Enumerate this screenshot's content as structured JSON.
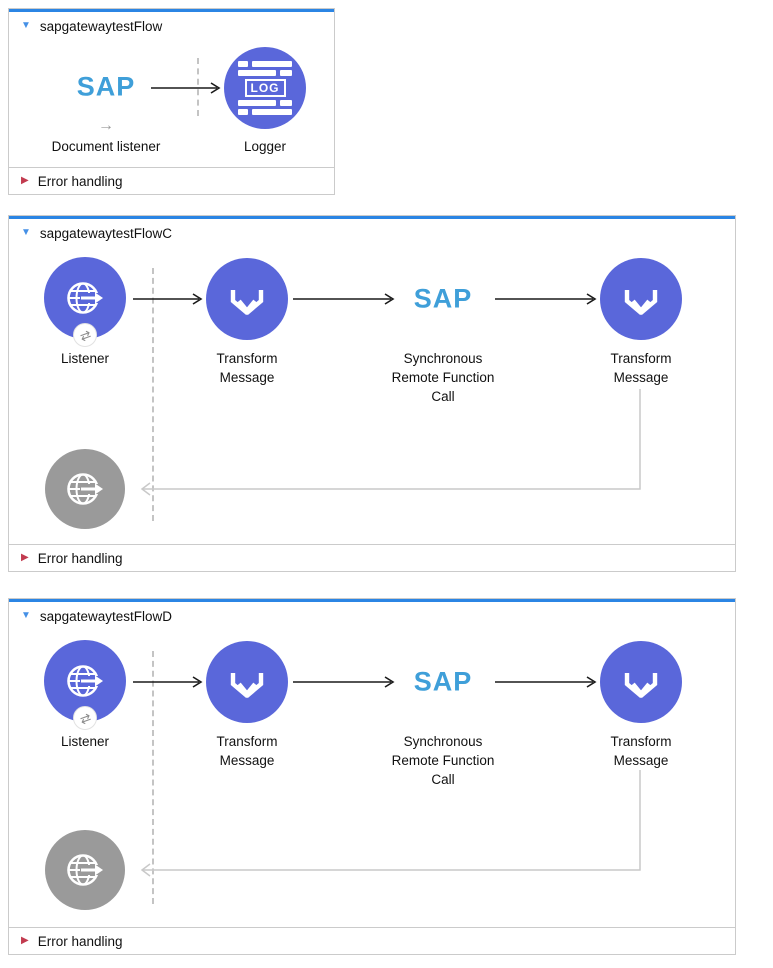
{
  "glyphs": {
    "flow_expander": "▼",
    "error_expander": "▶",
    "sap_source_badge": "→",
    "listener_badge": "⇄"
  },
  "colors": {
    "flow_selected_bar": "#2b85e4",
    "node_purple": "#5a67da",
    "node_gray": "#9a9a9a",
    "sap_logo_blue": "#3f9fd9",
    "error_marker_red": "#c23b4f",
    "expander_blue": "#4590e6",
    "container_border": "#cbcbcb"
  },
  "flows": [
    {
      "title": "sapgatewaytestFlow",
      "error_label": "Error handling",
      "sap_source": {
        "logo": "SAP",
        "label": "Document listener"
      },
      "logger": {
        "icon_text": "LOG",
        "label": "Logger"
      }
    },
    {
      "title": "sapgatewaytestFlowC",
      "error_label": "Error handling",
      "listener": {
        "label": "Listener"
      },
      "transform1": {
        "label_line1": "Transform",
        "label_line2": "Message"
      },
      "sap_rfc": {
        "logo": "SAP",
        "label_line1": "Synchronous",
        "label_line2": "Remote Function",
        "label_line3": "Call"
      },
      "transform2": {
        "label_line1": "Transform",
        "label_line2": "Message"
      }
    },
    {
      "title": "sapgatewaytestFlowD",
      "error_label": "Error handling",
      "listener": {
        "label": "Listener"
      },
      "transform1": {
        "label_line1": "Transform",
        "label_line2": "Message"
      },
      "sap_rfc": {
        "logo": "SAP",
        "label_line1": "Synchronous",
        "label_line2": "Remote Function",
        "label_line3": "Call"
      },
      "transform2": {
        "label_line1": "Transform",
        "label_line2": "Message"
      }
    }
  ]
}
